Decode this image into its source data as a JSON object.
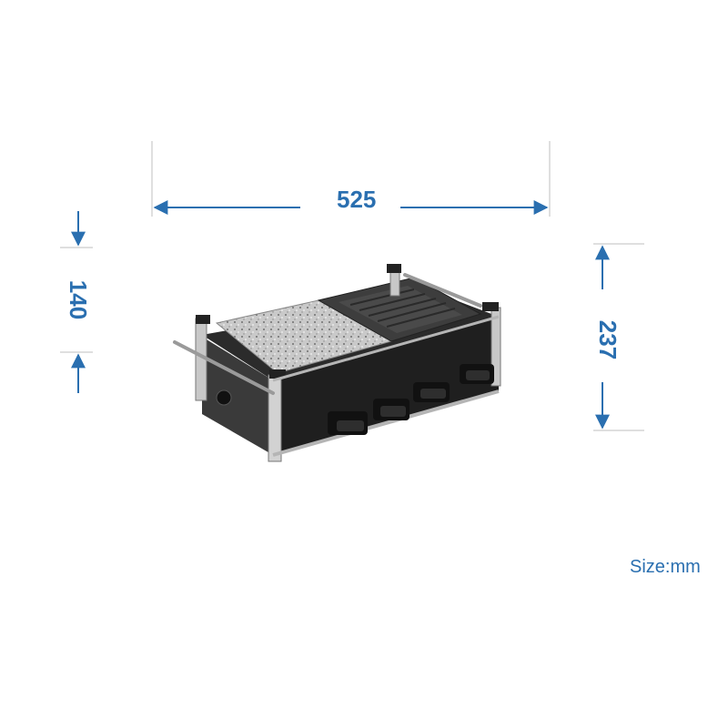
{
  "dimensions": {
    "width_label": "525",
    "height_label": "140",
    "depth_label": "237"
  },
  "unit_note": "Size:mm",
  "colors": {
    "dimension_blue": "#2a6fb0",
    "line_gray": "#bfbfbf"
  }
}
